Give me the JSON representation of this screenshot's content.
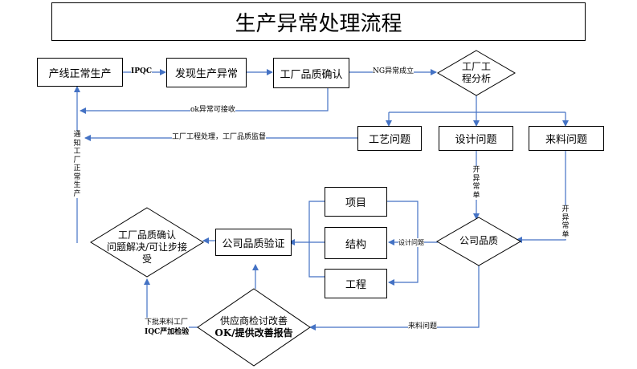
{
  "title": "生产异常处理流程",
  "nodes": {
    "normal_production": "产线正常生产",
    "found_abnormal": "发现生产异常",
    "factory_confirm": "工厂品质确认",
    "factory_analysis_l1": "工厂工",
    "factory_analysis_l2": "程分析",
    "process_issue": "工艺问题",
    "design_issue": "设计问题",
    "material_issue": "来料问题",
    "company_quality": "公司品质",
    "item": "项目",
    "structure": "结构",
    "engineering": "工程",
    "company_verify": "公司品质验证",
    "factory_confirm2_l1": "工厂品质确认",
    "factory_confirm2_l2": "问题解决/可让步接",
    "factory_confirm2_l3": "受",
    "supplier_l1": "供应商检讨改善",
    "supplier_l2": "OK/提供改善报告"
  },
  "labels": {
    "ipqc": "IPQC",
    "ng": "NG异常成立",
    "ok": "ok异常可接收",
    "process_handle": "工厂工程处理，工厂品质监督",
    "notify": "通知工厂正常生产",
    "open_abnormal_1": "开异常单",
    "open_abnormal_2": "开异常单",
    "design_issue_small": "设计问题",
    "material_issue_small": "来料问题",
    "next_batch_l1": "下批来料工厂",
    "next_batch_l2": "IQC严加检验"
  },
  "colors": {
    "arrow": "#4472c4",
    "border": "#000000"
  }
}
